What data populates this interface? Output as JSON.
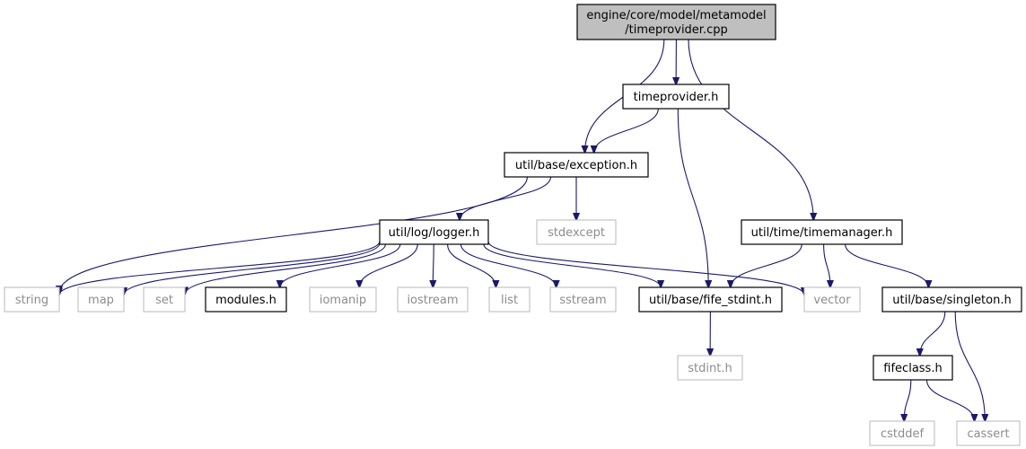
{
  "nodes": [
    {
      "id": "root",
      "lines": [
        "engine/core/model/metamodel",
        "/timeprovider.cpp"
      ],
      "kind": "root"
    },
    {
      "id": "timeprovider_h",
      "lines": [
        "timeprovider.h"
      ],
      "kind": "local"
    },
    {
      "id": "exception_h",
      "lines": [
        "util/base/exception.h"
      ],
      "kind": "local"
    },
    {
      "id": "timemanager_h",
      "lines": [
        "util/time/timemanager.h"
      ],
      "kind": "local"
    },
    {
      "id": "logger_h",
      "lines": [
        "util/log/logger.h"
      ],
      "kind": "local"
    },
    {
      "id": "stdexcept",
      "lines": [
        "stdexcept"
      ],
      "kind": "external"
    },
    {
      "id": "string",
      "lines": [
        "string"
      ],
      "kind": "external"
    },
    {
      "id": "map",
      "lines": [
        "map"
      ],
      "kind": "external"
    },
    {
      "id": "set",
      "lines": [
        "set"
      ],
      "kind": "external"
    },
    {
      "id": "modules_h",
      "lines": [
        "modules.h"
      ],
      "kind": "local"
    },
    {
      "id": "iomanip",
      "lines": [
        "iomanip"
      ],
      "kind": "external"
    },
    {
      "id": "iostream",
      "lines": [
        "iostream"
      ],
      "kind": "external"
    },
    {
      "id": "list",
      "lines": [
        "list"
      ],
      "kind": "external"
    },
    {
      "id": "sstream",
      "lines": [
        "sstream"
      ],
      "kind": "external"
    },
    {
      "id": "fife_stdint_h",
      "lines": [
        "util/base/fife_stdint.h"
      ],
      "kind": "local"
    },
    {
      "id": "vector",
      "lines": [
        "vector"
      ],
      "kind": "external"
    },
    {
      "id": "singleton_h",
      "lines": [
        "util/base/singleton.h"
      ],
      "kind": "local"
    },
    {
      "id": "stdint_h",
      "lines": [
        "stdint.h"
      ],
      "kind": "external"
    },
    {
      "id": "fifeclass_h",
      "lines": [
        "fifeclass.h"
      ],
      "kind": "local"
    },
    {
      "id": "cstddef",
      "lines": [
        "cstddef"
      ],
      "kind": "external"
    },
    {
      "id": "cassert",
      "lines": [
        "cassert"
      ],
      "kind": "external"
    }
  ],
  "edges": [
    [
      "root",
      "exception_h"
    ],
    [
      "root",
      "timeprovider_h"
    ],
    [
      "root",
      "timemanager_h"
    ],
    [
      "timeprovider_h",
      "exception_h"
    ],
    [
      "timeprovider_h",
      "fife_stdint_h"
    ],
    [
      "exception_h",
      "string"
    ],
    [
      "exception_h",
      "logger_h"
    ],
    [
      "exception_h",
      "stdexcept"
    ],
    [
      "logger_h",
      "string"
    ],
    [
      "logger_h",
      "map"
    ],
    [
      "logger_h",
      "set"
    ],
    [
      "logger_h",
      "modules_h"
    ],
    [
      "logger_h",
      "iomanip"
    ],
    [
      "logger_h",
      "iostream"
    ],
    [
      "logger_h",
      "list"
    ],
    [
      "logger_h",
      "sstream"
    ],
    [
      "logger_h",
      "fife_stdint_h"
    ],
    [
      "logger_h",
      "vector"
    ],
    [
      "timemanager_h",
      "fife_stdint_h"
    ],
    [
      "timemanager_h",
      "vector"
    ],
    [
      "timemanager_h",
      "singleton_h"
    ],
    [
      "fife_stdint_h",
      "stdint_h"
    ],
    [
      "singleton_h",
      "fifeclass_h"
    ],
    [
      "singleton_h",
      "cassert"
    ],
    [
      "fifeclass_h",
      "cstddef"
    ],
    [
      "fifeclass_h",
      "cassert"
    ]
  ]
}
